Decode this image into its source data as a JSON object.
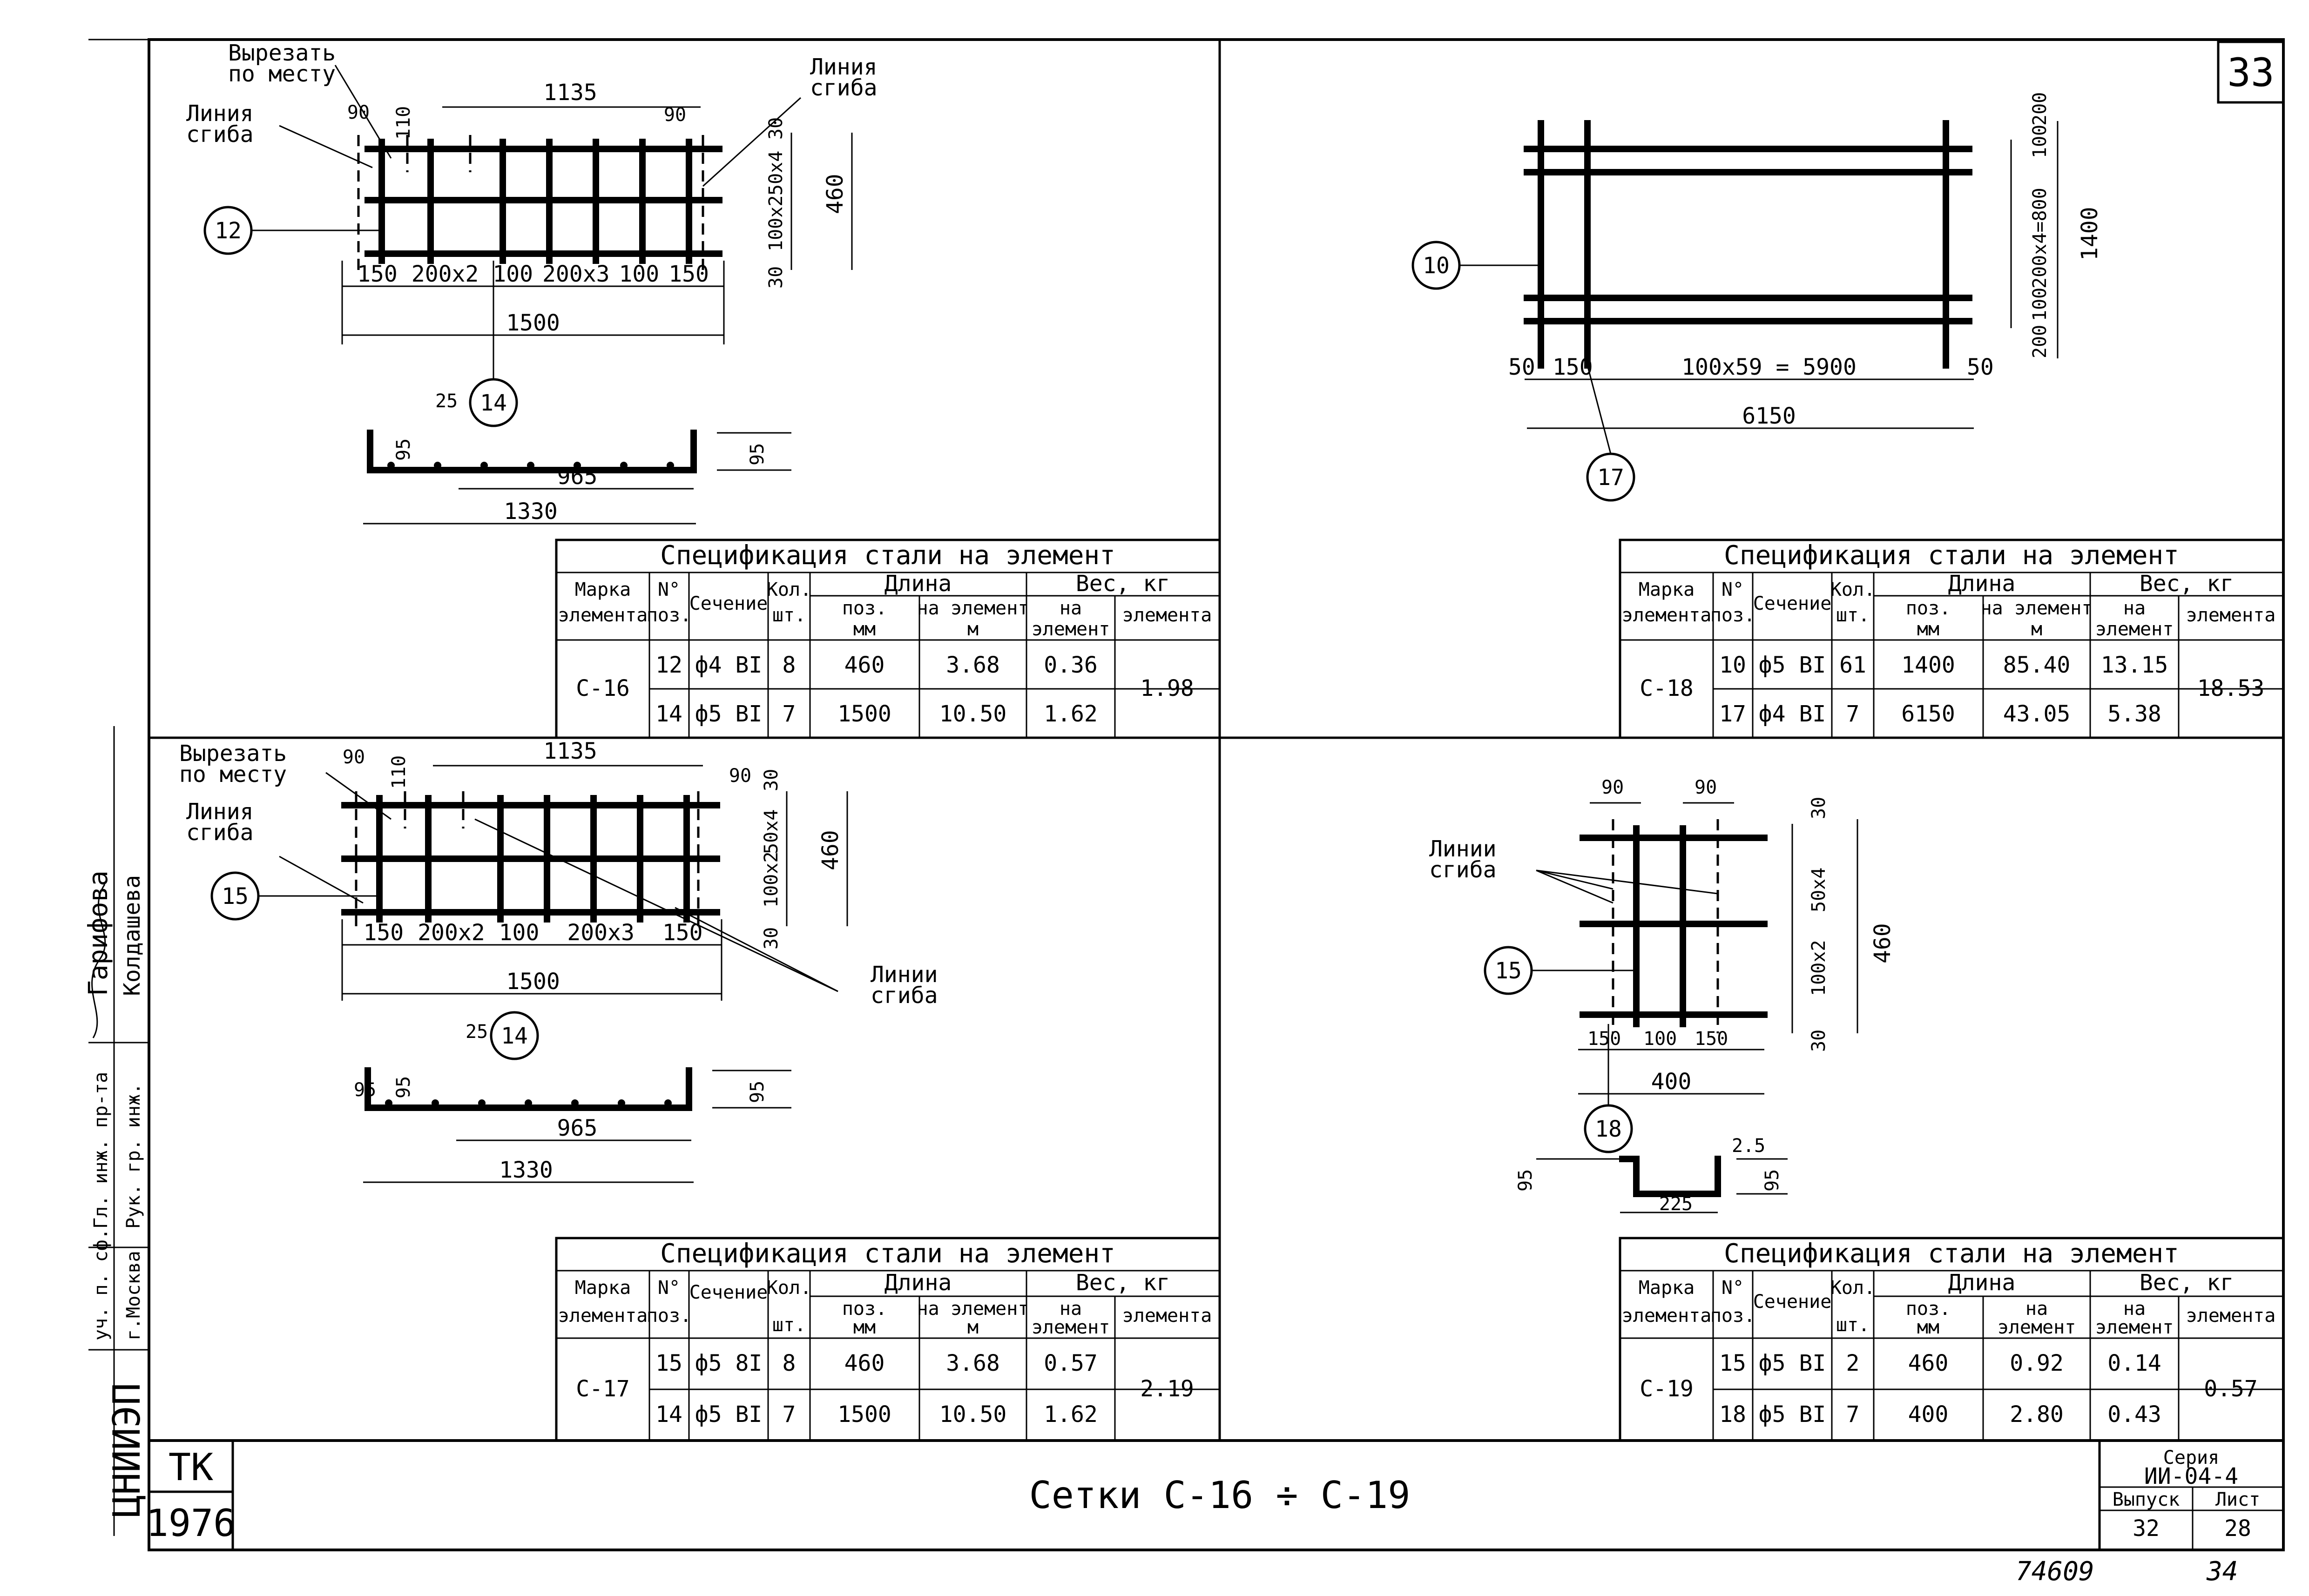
{
  "page_number": "33",
  "side_stamp": {
    "org": "ЦНИИЭП",
    "org_sub": "уч. п. сф.",
    "city": "г.Москва",
    "roles": [
      "Гл. инж. пр-та",
      "Рук. гр. инж."
    ],
    "names": [
      "Гарифова",
      "Колдашева"
    ]
  },
  "title_block": {
    "tk": "ТК",
    "year": "1976",
    "title": "Сетки С-16 ÷ С-19",
    "series_label": "Серия",
    "series_value": "ИИ-04-4",
    "issue_label": "Выпуск",
    "issue_value": "32",
    "sheet_label": "Лист",
    "sheet_value": "28",
    "handwritten_1": "74609",
    "handwritten_2": "34"
  },
  "spec_headers": {
    "title": "Спецификация стали на элемент",
    "mark_1": "Марка",
    "mark_2": "элемента",
    "pos_1": "N°",
    "pos_2": "поз.",
    "section": "Сечение",
    "qty_1": "Кол.",
    "qty_2": "шт.",
    "length": "Длина",
    "len_pos_1": "поз.",
    "len_pos_2": "мм",
    "len_el_1": "на элемент",
    "len_el_2": "м",
    "weight": "Вес, кг",
    "w_el_1": "на",
    "w_el_2": "элемент",
    "w_total": "элемента"
  },
  "specs": {
    "c16": {
      "mark": "С-16",
      "total": "1.98",
      "rows": [
        {
          "pos": "12",
          "section": "ф4 ВI",
          "qty": "8",
          "len_pos": "460",
          "len_el": "3.68",
          "w": "0.36"
        },
        {
          "pos": "14",
          "section": "ф5 ВI",
          "qty": "7",
          "len_pos": "1500",
          "len_el": "10.50",
          "w": "1.62"
        }
      ]
    },
    "c17": {
      "mark": "С-17",
      "total": "2.19",
      "rows": [
        {
          "pos": "15",
          "section": "ф5 8I",
          "qty": "8",
          "len_pos": "460",
          "len_el": "3.68",
          "w": "0.57"
        },
        {
          "pos": "14",
          "section": "ф5 ВI",
          "qty": "7",
          "len_pos": "1500",
          "len_el": "10.50",
          "w": "1.62"
        }
      ]
    },
    "c18": {
      "mark": "С-18",
      "total": "18.53",
      "rows": [
        {
          "pos": "10",
          "section": "ф5 ВI",
          "qty": "61",
          "len_pos": "1400",
          "len_el": "85.40",
          "w": "13.15"
        },
        {
          "pos": "17",
          "section": "ф4 ВI",
          "qty": "7",
          "len_pos": "6150",
          "len_el": "43.05",
          "w": "5.38"
        }
      ]
    },
    "c19": {
      "mark": "С-19",
      "total": "0.57",
      "rows": [
        {
          "pos": "15",
          "section": "ф5 ВI",
          "qty": "2",
          "len_pos": "460",
          "len_el": "0.92",
          "w": "0.14"
        },
        {
          "pos": "18",
          "section": "ф5 ВI",
          "qty": "7",
          "len_pos": "400",
          "len_el": "2.80",
          "w": "0.43"
        }
      ]
    }
  },
  "labels": {
    "cut_1": "Вырезать",
    "cut_2": "по месту",
    "bend_1": "Линия",
    "bend_2": "сгиба",
    "bends_1": "Линии",
    "bends_2": "сгиба"
  },
  "dims": {
    "d1135": "1135",
    "d90": "90",
    "d110": "110",
    "d30": "30",
    "d50x4": "50x4",
    "d100x2": "100x2",
    "d460": "460",
    "d150": "150",
    "d200x2": "200x2",
    "d100": "100",
    "d200x3": "200x3",
    "d1500": "1500",
    "d25": "25",
    "d95": "95",
    "d965": "965",
    "d1330": "1330",
    "d200": "200",
    "d200x4": "200x4=800",
    "d1400": "1400",
    "d50": "50",
    "d100x59": "100x59 = 5900",
    "d6150": "6150",
    "d400": "400",
    "d2_5": "2.5",
    "d225": "225"
  },
  "positions": {
    "p12": "12",
    "p14": "14",
    "p15": "15",
    "p10": "10",
    "p17": "17",
    "p18": "18"
  }
}
